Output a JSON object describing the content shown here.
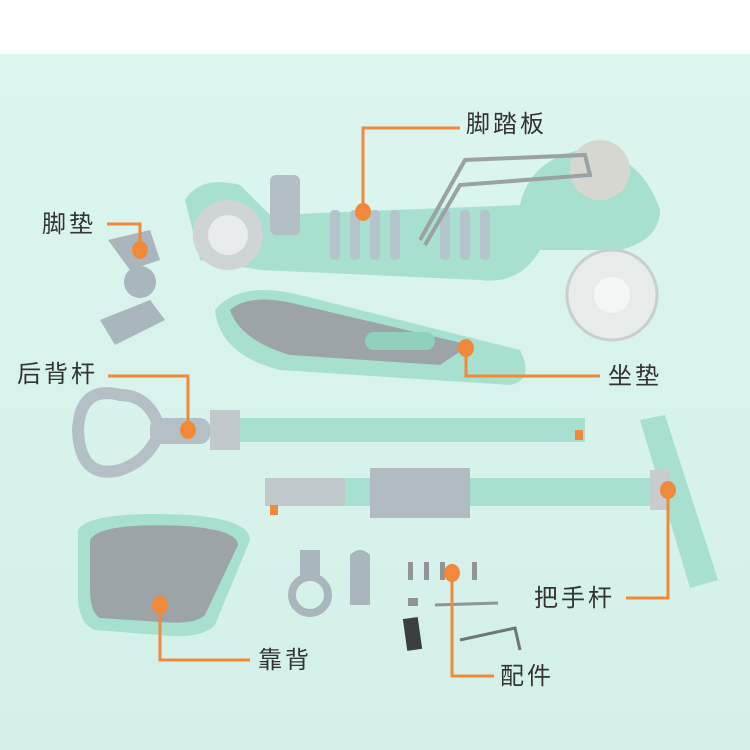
{
  "labels": {
    "footboard": "脚踏板",
    "foot_pad": "脚垫",
    "backrest_rod": "后背杆",
    "seat_cushion": "坐垫",
    "handlebar": "把手杆",
    "backrest": "靠背",
    "accessories": "配件"
  },
  "colors": {
    "background": "#d6f2eb",
    "accent": "#f08a3a",
    "mint": "#a7e0cf",
    "gray": "#a9b6bd"
  }
}
